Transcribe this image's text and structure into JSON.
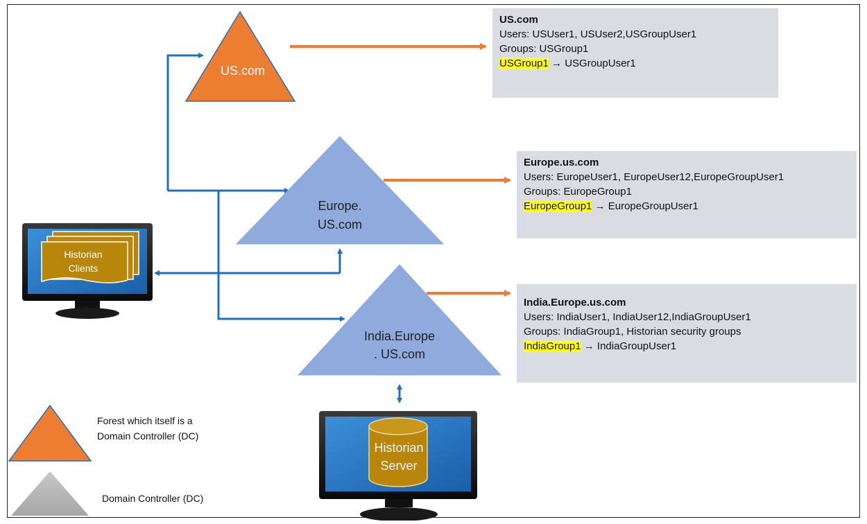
{
  "domains": {
    "us": {
      "label": "US.com"
    },
    "europe": {
      "label_line1": "Europe.",
      "label_line2": "US.com"
    },
    "india": {
      "label_line1": "India.Europe",
      "label_line2": ". US.com"
    }
  },
  "info_boxes": {
    "us": {
      "title": "US.com",
      "users": "Users:  USUser1, USUser2,USGroupUser1",
      "groups": "Groups:  USGroup1",
      "mapping_group": "USGroup1",
      "mapping_member": "USGroupUser1"
    },
    "europe": {
      "title": "Europe.us.com",
      "users": "Users: EuropeUser1, EuropeUser12,EuropeGroupUser1",
      "groups": "Groups: EuropeGroup1",
      "mapping_group": "EuropeGroup1",
      "mapping_member": "EuropeGroupUser1"
    },
    "india": {
      "title": "India.Europe.us.com",
      "users": "Users:  IndiaUser1, IndiaUser12,IndiaGroupUser1",
      "groups": "Groups: IndiaGroup1, Historian security groups",
      "mapping_group": "IndiaGroup1",
      "mapping_member": "IndiaGroupUser1"
    }
  },
  "mapping_arrow": "→",
  "clients": {
    "line1": "Historian",
    "line2": "Clients"
  },
  "server": {
    "line1": "Historian",
    "line2": "Server"
  },
  "legend": {
    "forest_line1": "Forest which itself is a",
    "forest_line2": "Domain Controller (DC)",
    "dc": "Domain Controller (DC)"
  },
  "colors": {
    "forest_fill": "#ed7d31",
    "dc_fill": "#8faadc",
    "connector": "#1f6fc0",
    "mapping_arrow": "#ed7d31",
    "info_box_bg": "#d9dde3",
    "highlight": "#ffff19"
  }
}
